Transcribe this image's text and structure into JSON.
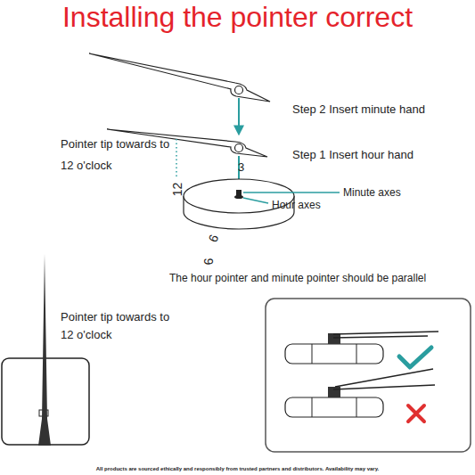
{
  "diagram": {
    "title": "Installing the pointer correct",
    "labels": [
      "Step 2 Insert minute hand",
      "Pointer tip towards to 12 o'clock",
      "Step 1 Insert hour hand",
      "12",
      "3",
      "Minute axes",
      "Hour axes",
      "6",
      "9",
      "The hour pointer and minute pointer should be parallel",
      "Pointer tip towards to 12 o'clock",
      "All products are sourced ethically and responsibly from trusted partners and distributors. Availability may vary."
    ]
  }
}
